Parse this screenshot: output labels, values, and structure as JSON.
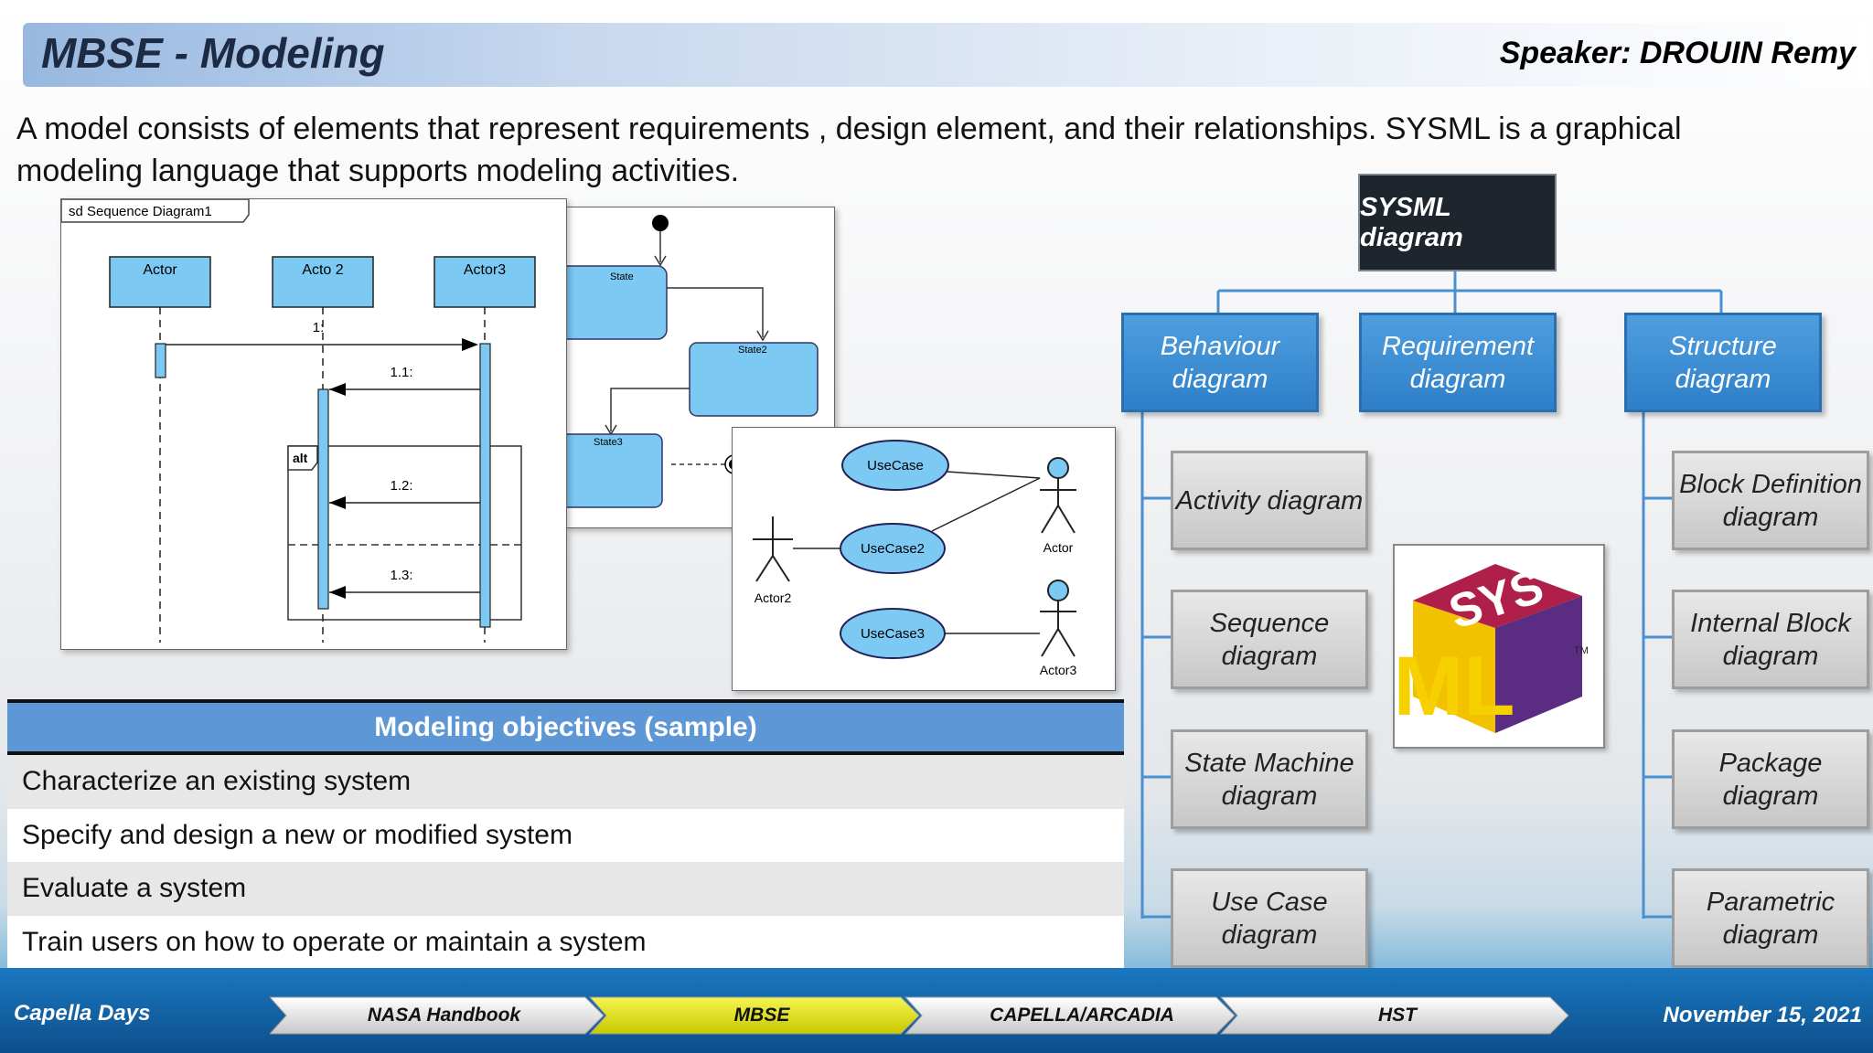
{
  "header": {
    "title": "MBSE - Modeling",
    "speaker": "Speaker: DROUIN Remy"
  },
  "intro": "A model consists of elements that represent requirements , design element, and their relationships.  SYSML is a graphical modeling language that supports modeling activities.",
  "sequence_diagram": {
    "frame_label": "sd Sequence Diagram1",
    "actors": [
      "Actor",
      "Acto 2",
      "Actor3"
    ],
    "messages": [
      "1:",
      "1.1:",
      "1.2:",
      "1.3:"
    ],
    "fragment": "alt"
  },
  "state_diagram": {
    "states": [
      "State",
      "State2",
      "State3"
    ]
  },
  "usecase_diagram": {
    "usecases": [
      "UseCase",
      "UseCase2",
      "UseCase3"
    ],
    "actors": [
      "Actor",
      "Actor2",
      "Actor3"
    ]
  },
  "objectives": {
    "header": "Modeling objectives (sample)",
    "rows": [
      "Characterize an existing system",
      "Specify and design a new or modified system",
      "Evaluate a system",
      "Train users on how to operate or maintain a system"
    ]
  },
  "sysml_tree": {
    "root": "SYSML diagram",
    "categories": [
      "Behaviour diagram",
      "Requirement diagram",
      "Structure diagram"
    ],
    "behaviour_children": [
      "Activity diagram",
      "Sequence diagram",
      "State Machine diagram",
      "Use Case diagram"
    ],
    "structure_children": [
      "Block Definition diagram",
      "Internal Block diagram",
      "Package diagram",
      "Parametric diagram"
    ]
  },
  "logo": {
    "text_top": "SYS",
    "text_bottom": "ML",
    "tm": "TM"
  },
  "footer": {
    "left": "Capella Days",
    "right": "November 15, 2021",
    "nav": [
      "NASA Handbook",
      "MBSE",
      "CAPELLA/ARCADIA",
      "HST"
    ],
    "active": "MBSE"
  },
  "colors": {
    "uml_fill": "#7ccaf3",
    "accent_blue": "#2e7fc8",
    "nav_active": "#e3e300",
    "root_box": "#1e252c"
  }
}
